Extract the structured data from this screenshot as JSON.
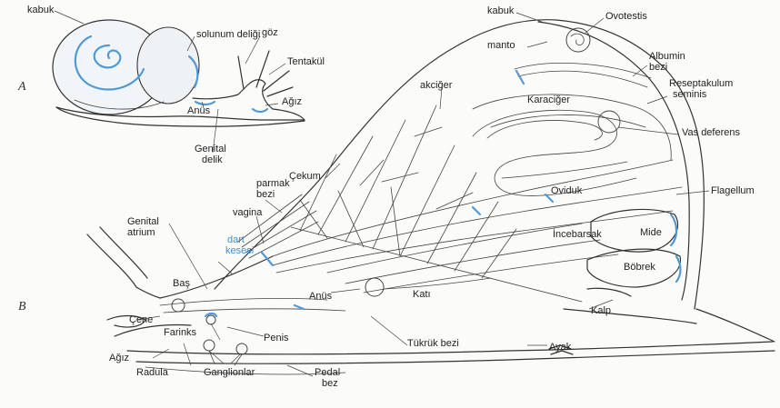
{
  "panels": {
    "a": "A",
    "b": "B"
  },
  "accent_color": "#4f9ad6",
  "labels": {
    "a_shell": "kabuk",
    "a_breathing_hole": "solunum deliği",
    "a_eye": "göz",
    "a_tentacle": "Tentakül",
    "a_anus": "Anüs",
    "a_mouth": "Ağız",
    "a_genital_pore_1": "Genital",
    "a_genital_pore_2": "delik",
    "b_shell": "kabuk",
    "b_ovotestis": "Ovotestis",
    "b_mantle": "manto",
    "b_albumin_1": "Albumin",
    "b_albumin_2": "bezi",
    "b_receptaculum_1": "Reseptakulum",
    "b_receptaculum_2": "seminis",
    "b_lung": "akciğer",
    "b_liver": "Karaciğer",
    "b_vas_deferens": "Vas deferens",
    "b_caecum": "Çekum",
    "b_flagellum": "Flagellum",
    "b_finger_gland_1": "parmak",
    "b_finger_gland_2": "bezi",
    "b_oviduct": "Oviduk",
    "b_genital_atrium_1": "Genital",
    "b_genital_atrium_2": "atrium",
    "b_vagina": "vagina",
    "b_dart_sac_1": "dart",
    "b_dart_sac_2": "kesesi",
    "b_intestine": "İncebarsak",
    "b_stomach": "Mide",
    "b_kidney": "Böbrek",
    "b_head": "Baş",
    "b_anus": "Anüs",
    "b_crop": "Katı",
    "b_heart": "Kalp",
    "b_jaw": "Çene",
    "b_pharynx": "Farinks",
    "b_mouth": "Ağız",
    "b_penis": "Penis",
    "b_salivary": "Tükrük bezi",
    "b_foot": "Ayak",
    "b_radula": "Radula",
    "b_ganglia": "Ganglionlar",
    "b_pedal_1": "Pedal",
    "b_pedal_2": "bez"
  }
}
